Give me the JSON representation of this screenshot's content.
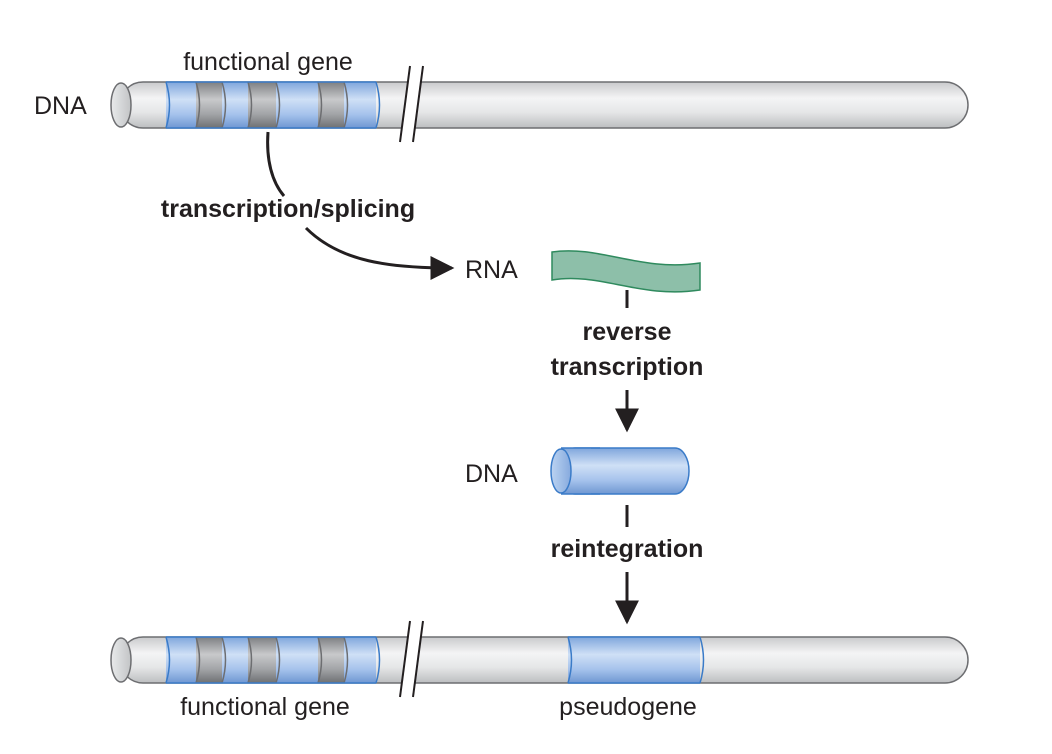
{
  "labels": {
    "top_functional_gene": "functional gene",
    "top_dna": "DNA",
    "transcription_splicing": "transcription/splicing",
    "rna": "RNA",
    "reverse": "reverse",
    "transcription": "transcription",
    "middle_dna": "DNA",
    "reintegration": "reintegration",
    "bottom_functional_gene": "functional gene",
    "pseudogene": "pseudogene"
  },
  "colors": {
    "dna_body": "#e3e4e6",
    "exon_blue": "#9fc0ea",
    "intron_gray": "#a7a9ac",
    "outline": "#6d6e71",
    "exon_outline": "#3a7bc8",
    "rna_green": "#8dbfa9",
    "rna_outline": "#2f8a5e",
    "arrow": "#231f20"
  }
}
